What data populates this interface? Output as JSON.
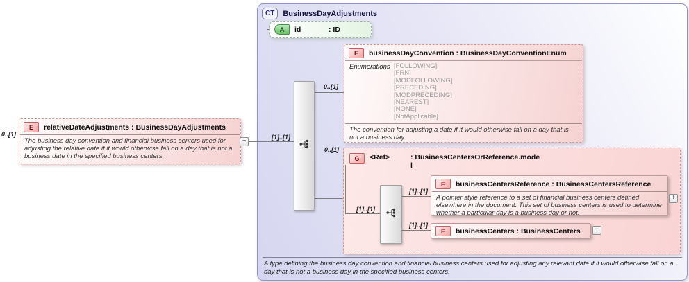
{
  "icons": {
    "collapse": "−",
    "expand": "+"
  },
  "left_element": {
    "badge": "E",
    "occurrence": "0..[1]",
    "title": "relativeDateAdjustments : BusinessDayAdjustments",
    "annotation": "The business day convention and financial business centers used for adjusting the relative date if it would otherwise fall on a day that is not a business date in the specified business centers."
  },
  "container": {
    "badge": "CT",
    "title": "BusinessDayAdjustments",
    "footer_annotation": "A type defining the business day convention and financial business centers used for adjusting any relevant date if it would otherwise fall on a day that is not a business day in the specified business centers."
  },
  "attribute_id": {
    "badge": "A",
    "name": "id",
    "type": ": ID"
  },
  "outer_sequence": {
    "occurrence": "[1]..[1]"
  },
  "business_day_convention": {
    "badge": "E",
    "occurrence": "0..[1]",
    "title": "businessDayConvention : BusinessDayConventionEnum",
    "enum_label": "Enumerations",
    "enums": [
      "[FOLLOWING]",
      "[FRN]",
      "[MODFOLLOWING]",
      "[PRECEDING]",
      "[MODPRECEDING]",
      "[NEAREST]",
      "[NONE]",
      "[NotApplicable]"
    ],
    "annotation": "The convention for adjusting a date if it would otherwise fall on a day that is not a business day."
  },
  "ref_group": {
    "badge": "G",
    "occurrence": "0..[1]",
    "name": "<Ref>",
    "type_lines": [
      ": BusinessCentersOrReference.mode",
      "l"
    ],
    "inner_sequence": {
      "occurrence": "[1]..[1]"
    },
    "business_centers_reference": {
      "badge": "E",
      "occurrence": "[1]..[1]",
      "title": "businessCentersReference : BusinessCentersReference",
      "annotation": "A pointer style reference to a set of financial business centers defined elsewhere in the document. This set of business centers is used to determine whether a particular day is a business day or not."
    },
    "business_centers": {
      "badge": "E",
      "occurrence": "[1]..[1]",
      "title": "businessCenters : BusinessCenters"
    }
  }
}
